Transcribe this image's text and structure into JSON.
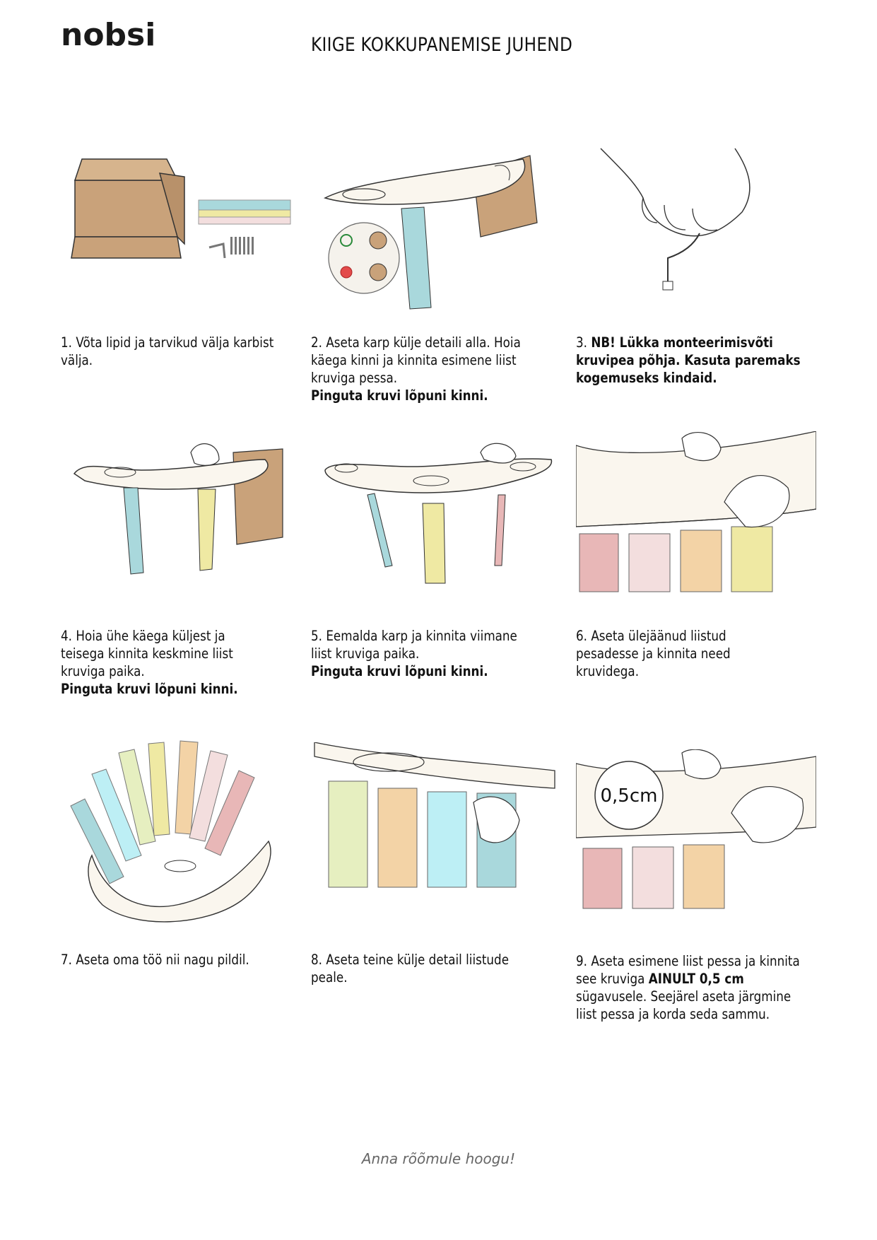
{
  "brand": {
    "logo_text": "nobsi"
  },
  "title": "KIIGE KOKKUPANEMISE JUHEND",
  "steps": [
    {
      "num": "1.",
      "text": "Võta lipid ja tarvikud välja karbist välja.",
      "bold": ""
    },
    {
      "num": "2.",
      "text": "Aseta karp külje detaili alla. Hoia käega kinni ja kinnita esimene liist kruviga pessa.",
      "bold": "Pinguta kruvi lõpuni kinni."
    },
    {
      "num": "3.",
      "text": "",
      "bold": "NB! Lükka monteerimisvõti kruvipea põhja. Kasuta paremaks kogemuseks kindaid."
    },
    {
      "num": "4.",
      "text": "Hoia ühe käega küljest ja teisega kinnita keskmine liist kruviga paika.",
      "bold": "Pinguta kruvi lõpuni kinni."
    },
    {
      "num": "5.",
      "text": "Eemalda karp ja kinnita viimane liist kruviga paika.",
      "bold": "Pinguta kruvi lõpuni kinni."
    },
    {
      "num": "6.",
      "text": "Aseta ülejäänud liistud pesadesse ja kinnita need kruvidega.",
      "bold": ""
    },
    {
      "num": "7.",
      "text": "Aseta oma töö nii nagu pildil.",
      "bold": ""
    },
    {
      "num": "8.",
      "text": "Aseta teine külje detail liistude peale.",
      "bold": ""
    },
    {
      "num": "9.",
      "text_before": "Aseta esimene liist pessa ja kinnita see kruviga",
      "bold": "AINULT 0,5 cm",
      "text_after": "sügavusele. Seejärel aseta järgmine liist pessa ja korda seda sammu."
    }
  ],
  "callout_label": "0,5cm",
  "footer": "Anna rõõmule hoogu!",
  "colors": {
    "wood": "#c9a27a",
    "mint": "#a9d8dc",
    "teal": "#8fc9ca",
    "yellow": "#efe9a3",
    "peach": "#f3d3a6",
    "pink": "#e8b7b7",
    "lightpink": "#f3dede",
    "lightblue": "#bdeff5",
    "lime": "#e6efc0",
    "board": "#faf6ee",
    "line": "#333333"
  }
}
